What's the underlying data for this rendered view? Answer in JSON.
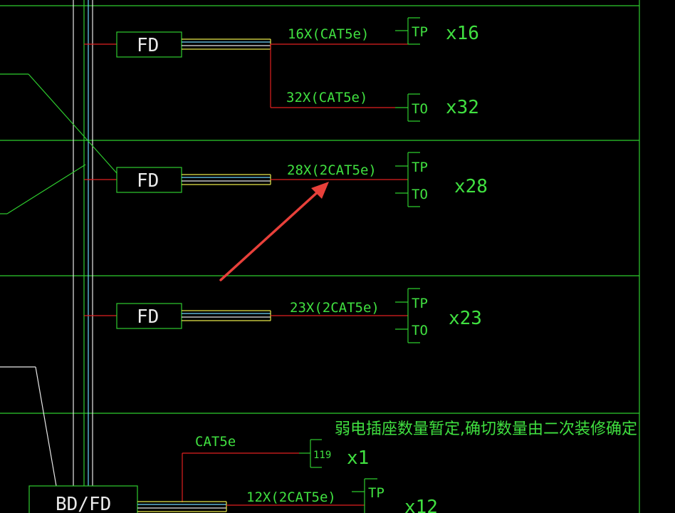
{
  "floors": [
    {
      "fd_label": "FD",
      "cables": [
        {
          "label": "16X(CAT5e)",
          "outlet": "TP",
          "count": "x16"
        },
        {
          "label": "32X(CAT5e)",
          "outlet": "TO",
          "count": "x32"
        }
      ]
    },
    {
      "fd_label": "FD",
      "cable_label": "28X(2CAT5e)",
      "outlets": [
        "TP",
        "TO"
      ],
      "count": "x28"
    },
    {
      "fd_label": "FD",
      "cable_label": "23X(2CAT5e)",
      "outlets": [
        "TP",
        "TO"
      ],
      "count": "x23"
    }
  ],
  "bottom": {
    "bd_label": "BD/FD",
    "note": "弱电插座数量暂定,确切数量由二次装修确定",
    "cat5e_label": "CAT5e",
    "outlet_119": "119",
    "count_x1": "x1",
    "cable_label": "12X(2CAT5e)",
    "outlet": "TP",
    "count": "x12"
  },
  "colors": {
    "background": "#000000",
    "green": "#2ecc2e",
    "red": "#e02020",
    "yellow": "#e8e84a",
    "cyan": "#6fd6ff",
    "arrow": "#e8403a"
  },
  "annotation": "red-arrow"
}
